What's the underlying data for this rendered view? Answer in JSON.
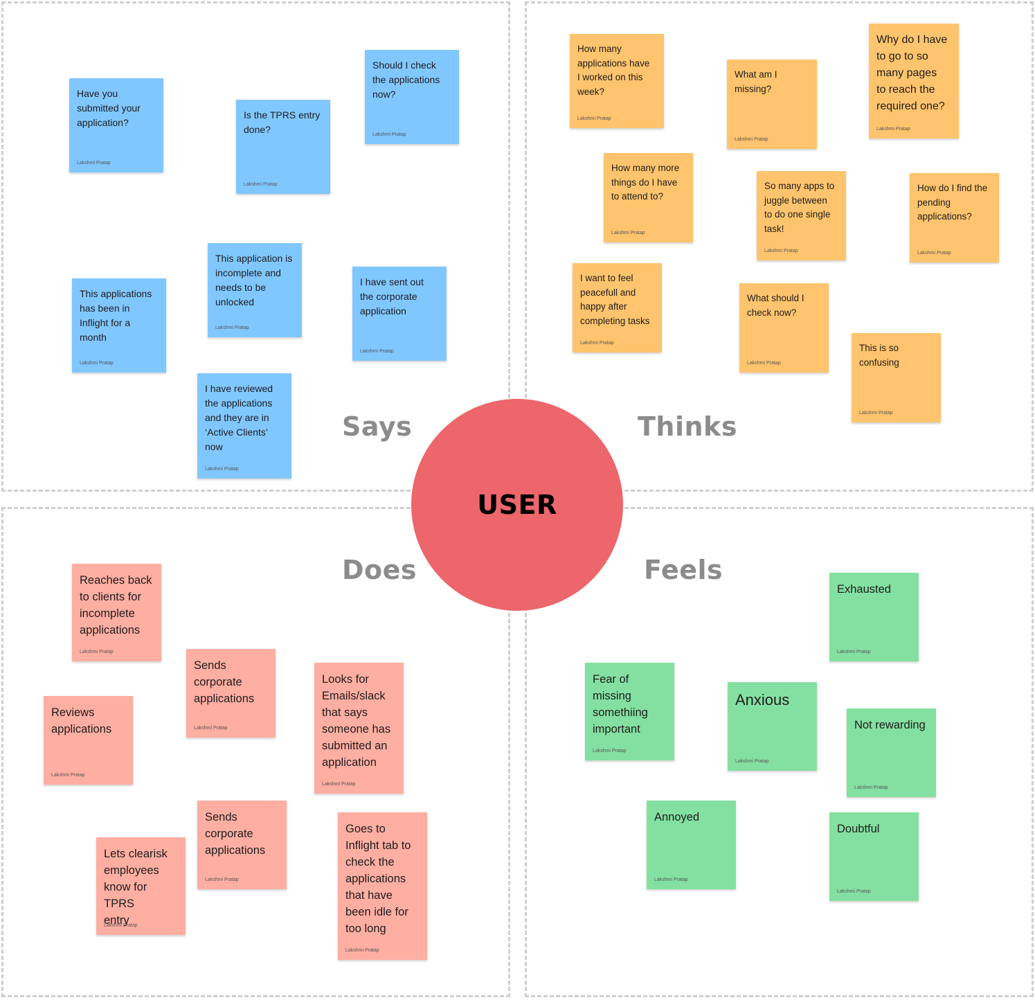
{
  "center": {
    "label": "USER"
  },
  "quadrants": {
    "says": "Says",
    "thinks": "Thinks",
    "does": "Does",
    "feels": "Feels"
  },
  "notes": {
    "says": [
      {
        "text": "Have you\nsubmitted your\napplication?",
        "author": "Lakshmi Pratap"
      },
      {
        "text": "Is the TPRS entry\ndone?",
        "author": "Lakshmi Pratap"
      },
      {
        "text": "Should I check\nthe applications\nnow?",
        "author": "Lakshmi Pratap"
      },
      {
        "text": "This application is\nincomplete and\nneeds to be\nunlocked",
        "author": "Lakshmi Pratap"
      },
      {
        "text": "This applications\nhas been in\nInflight for a\nmonth",
        "author": "Lakshmi Pratap"
      },
      {
        "text": "I have sent out\nthe corporate\napplication",
        "author": "Lakshmi Pratap"
      },
      {
        "text": "I have reviewed\nthe applications\nand they are in\n‘Active Clients’\nnow",
        "author": "Lakshmi Pratap"
      }
    ],
    "thinks": [
      {
        "text": "How many\napplications have\nI worked on this\nweek?",
        "author": "Lakshmi Pratap"
      },
      {
        "text": "What am I\nmissing?",
        "author": "Lakshmi Pratap"
      },
      {
        "text": "Why do I have\nto go to so\nmany pages\nto reach the\nrequired one?",
        "author": "Lakshmi Pratap"
      },
      {
        "text": "How many more\nthings do I have\nto attend to?",
        "author": "Lakshmi Pratap"
      },
      {
        "text": "So many apps to\njuggle between\nto do  one single\ntask!",
        "author": "Lakshmi Pratap"
      },
      {
        "text": "How do I find the\npending\napplications?",
        "author": "Lakshmi Pratap"
      },
      {
        "text": "I want to feel\npeacefull and\nhappy after\ncompleting tasks",
        "author": "Lakshmi Pratap"
      },
      {
        "text": "What should I\ncheck now?",
        "author": "Lakshmi Pratap"
      },
      {
        "text": "This is so\nconfusing",
        "author": "Lakshmi Pratap"
      }
    ],
    "does": [
      {
        "text": "Reaches back\nto clients for\nincomplete\napplications",
        "author": "Lakshmi Pratap"
      },
      {
        "text": "Sends\ncorporate\napplications",
        "author": "Lakshmi Pratap"
      },
      {
        "text": "Looks for\nEmails/slack\nthat says\nsomeone has\nsubmitted an\napplication",
        "author": "Lakshmi Pratap"
      },
      {
        "text": "Reviews\napplications",
        "author": "Lakshmi Pratap"
      },
      {
        "text": "Sends\ncorporate\napplications",
        "author": "Lakshmi Pratap"
      },
      {
        "text": "Lets clearisk\nemployees\nknow for TPRS\nentry",
        "author": "Lakshmi Pratap"
      },
      {
        "text": "Goes to\nInflight tab to\ncheck the\napplications\nthat have\nbeen idle for\ntoo long",
        "author": "Lakshmi Pratap"
      }
    ],
    "feels": [
      {
        "text": "Exhausted",
        "author": "Lakshmi Pratap"
      },
      {
        "text": "Fear of\nmissing\nsomethiing\nimportant",
        "author": "Lakshmi Pratap"
      },
      {
        "text": "Anxious",
        "author": "Lakshmi Pratap"
      },
      {
        "text": "Not rewarding",
        "author": "Lakshmi Pratap"
      },
      {
        "text": "Annoyed",
        "author": "Lakshmi Pratap"
      },
      {
        "text": "Doubtful",
        "author": "Lakshmi Pratap"
      }
    ]
  }
}
